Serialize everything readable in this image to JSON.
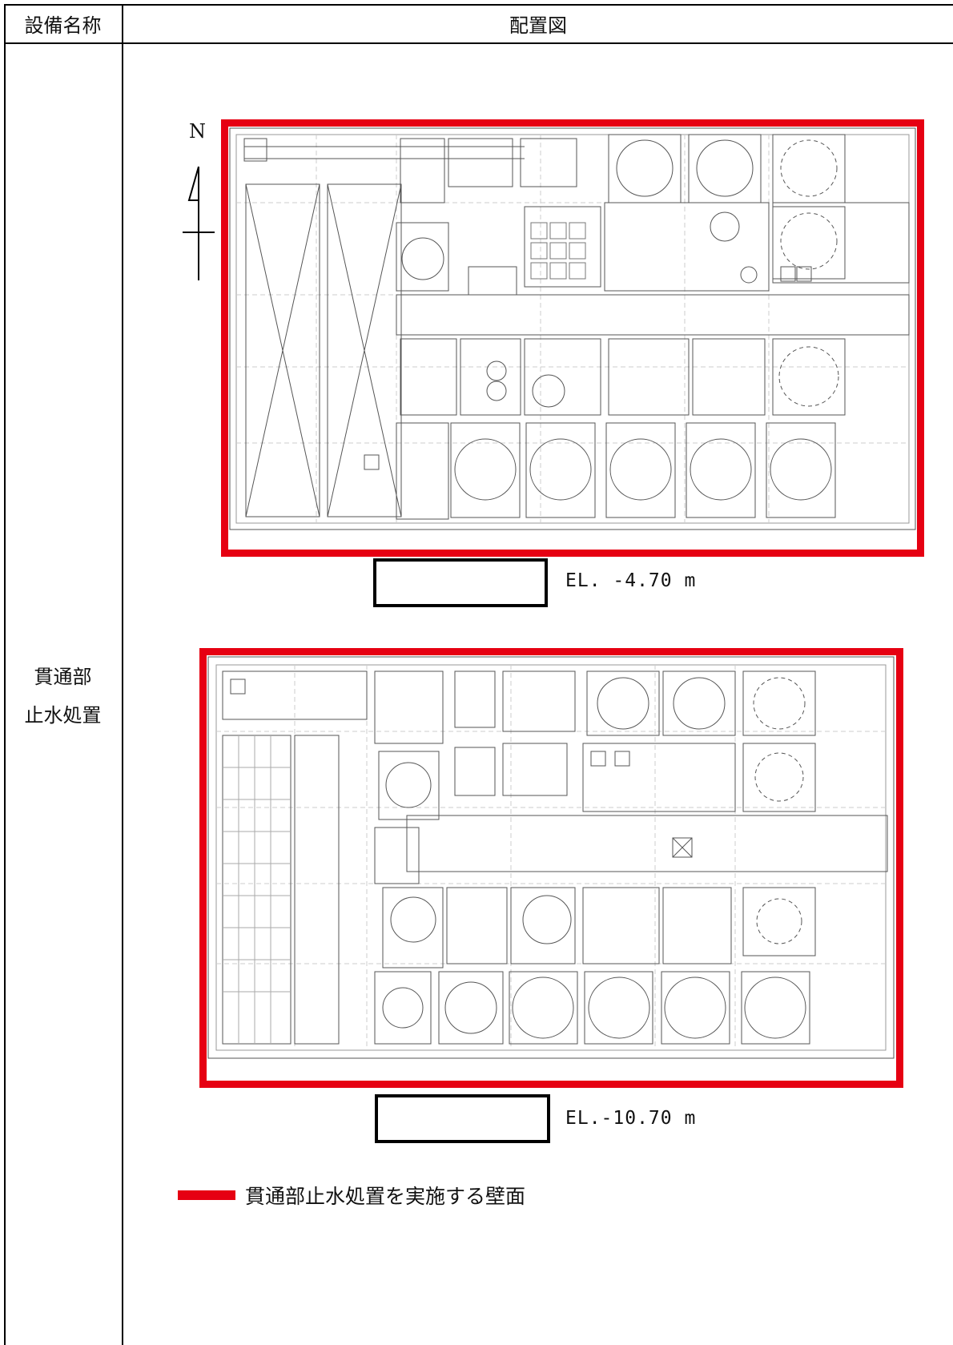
{
  "table": {
    "col1_header": "設備名称",
    "col2_header": "配置図",
    "equipment_line1": "貫通部",
    "equipment_line2": "止水処置"
  },
  "north_label": "N",
  "plans": [
    {
      "elevation": "EL.  -4.70 m"
    },
    {
      "elevation": "EL.-10.70 m"
    }
  ],
  "legend": {
    "text": "貫通部止水処置を実施する壁面",
    "color": "#e60012"
  }
}
